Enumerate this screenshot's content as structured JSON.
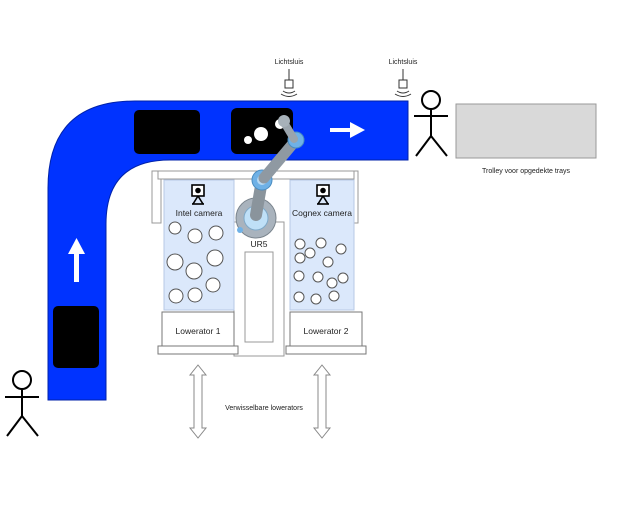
{
  "sensors": {
    "left_label": "Lichtsluis",
    "right_label": "Lichtsluis"
  },
  "stations": {
    "intel_camera_label": "Intel camera",
    "cognex_camera_label": "Cognex camera",
    "robot_label": "UR5",
    "lowerator_1_label": "Lowerator 1",
    "lowerator_2_label": "Lowerator 2"
  },
  "trolley": {
    "label": "Trolley voor opgedekte trays",
    "fill_color": "#d9d9d9"
  },
  "lowerators_note": {
    "label": "Verwisselbare lowerators"
  },
  "colors": {
    "conveyor": "#0033ff",
    "tray": "#000000",
    "camera_zone": "#dbe8fb"
  },
  "icons": {
    "conveyor_direction_up": "arrow-up-icon",
    "conveyor_direction_right": "arrow-right-icon",
    "person": "stick-figure-icon",
    "camera": "camera-icon",
    "swap": "double-arrow-icon"
  }
}
